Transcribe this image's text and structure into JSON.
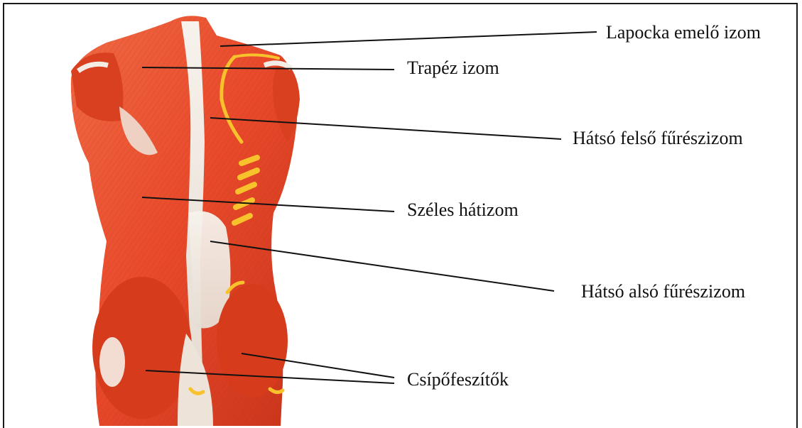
{
  "labels": {
    "lapocka": "Lapocka emelő izom",
    "trapez": "Trapéz izom",
    "felso": "Hátsó felső fűrészizom",
    "szeles": "Széles hátizom",
    "also": "Hátsó alsó fűrészizom",
    "csipo": "Csípőfeszítők"
  },
  "colors": {
    "muscle": "#e8492a",
    "muscle_dark": "#c9351b",
    "tendon": "#f3ede6",
    "nerve": "#f7c22c",
    "line": "#111111"
  }
}
